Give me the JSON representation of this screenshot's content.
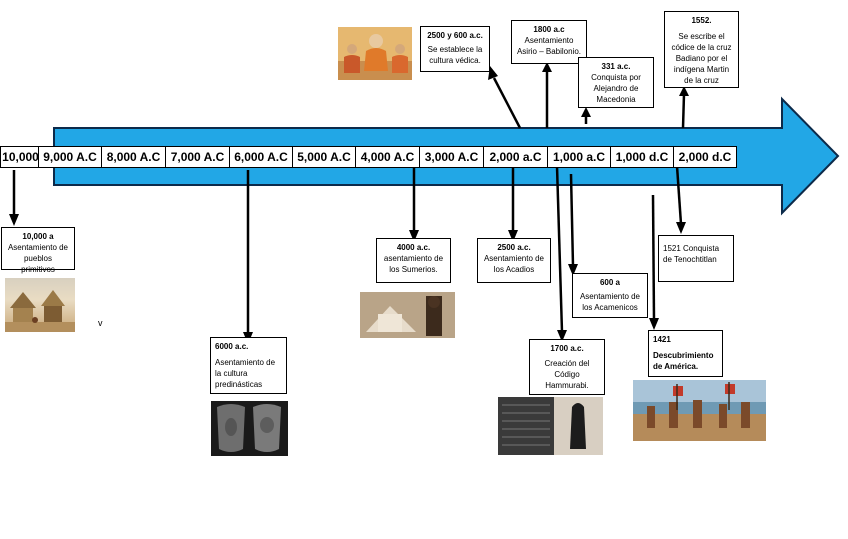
{
  "timeline": {
    "ticks": [
      "10,000",
      "9,000 A.C",
      "8,000 A.C",
      "7,000 A.C",
      "6,000 A.C",
      "5,000 A.C",
      "4,000 A.C",
      "3,000 A.C",
      "2,000 a.C",
      "1,000 a.C",
      "1,000 d.C",
      "2,000 d.C"
    ]
  },
  "colors": {
    "arrow_fill": "#22a7e6",
    "arrow_stroke": "#0c2a4a"
  },
  "events": {
    "e10000": {
      "title": "10,000 a",
      "text": "Asentamiento de pueblos primitivos"
    },
    "e6000": {
      "title": "6000 a.c.",
      "text": "Asentamiento de la cultura predinásticas"
    },
    "e4000": {
      "title": "4000 a.c.",
      "text": "asentamiento de los Sumerios."
    },
    "e2500a": {
      "title": "2500 a.c.",
      "text": "Asentamiento de los Acadios"
    },
    "e1700": {
      "title": "1700 a.c.",
      "text": "Creación del Código Hammurabi."
    },
    "e600": {
      "title": "600 a",
      "text": "Asentamiento de los Acamenicos"
    },
    "e1421": {
      "title": "1421",
      "text": "Descubrimiento de América."
    },
    "e1521": {
      "text": "1521 Conquista de Tenochtitlan"
    },
    "e2500v": {
      "title": "2500 y 600 a.c.",
      "text": "Se establece la cultura védica."
    },
    "e1800": {
      "title": "1800 a.c",
      "text": "Asentamiento Asirio – Babilonio."
    },
    "e331": {
      "title": "331 a.c.",
      "text": "Conquista por Alejandro de Macedonia"
    },
    "e1552": {
      "title": "1552.",
      "text": "Se escribe el códice de la cruz Badiano por el indígena Martin de la cruz"
    }
  },
  "stray_mark": "v"
}
